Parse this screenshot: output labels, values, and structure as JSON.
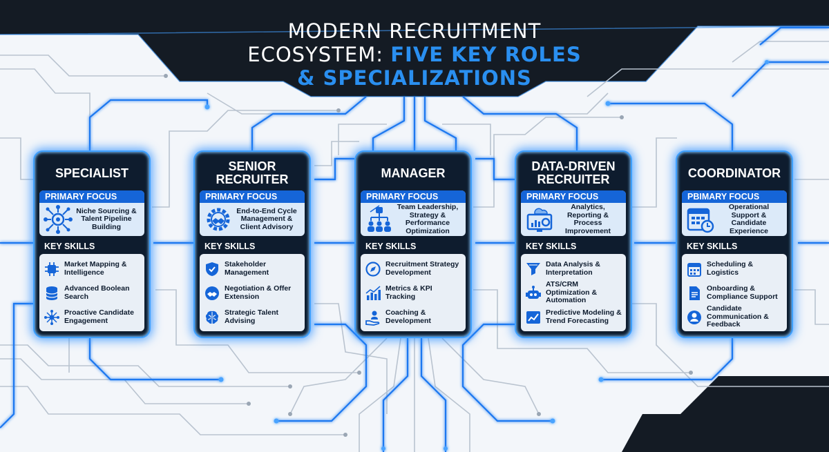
{
  "title": {
    "line1": "MODERN RECRUITMENT",
    "line2a": "ECOSYSTEM:",
    "line2b": "FIVE KEY ROLES",
    "line3": "& SPECIALIZATIONS"
  },
  "colors": {
    "accent": "#2a8ff0",
    "card_bg": "#0e1c2e",
    "focus_header": "#1565d8",
    "dark": "#111821"
  },
  "roles": [
    {
      "name": "SPECIALIST",
      "focus_label": "PRIMARY FOCUS",
      "focus_icon": "network-target-icon",
      "focus_text": "Niche Sourcing & Talent Pipeline Building",
      "skills_label": "KEY SKILLS",
      "skills": [
        {
          "icon": "chip-icon",
          "text": "Market Mapping & Intelligence"
        },
        {
          "icon": "database-icon",
          "text": "Advanced Boolean Search"
        },
        {
          "icon": "network-icon",
          "text": "Proactive Candidate Engagement"
        }
      ]
    },
    {
      "name": "SENIOR RECRUITER",
      "focus_label": "PRIMARY FOCUS",
      "focus_icon": "gear-handshake-icon",
      "focus_text": "End-to-End Cycle Management & Client Advisory",
      "skills_label": "KEY SKILLS",
      "skills": [
        {
          "icon": "shield-check-icon",
          "text": "Stakeholder Management"
        },
        {
          "icon": "handshake-icon",
          "text": "Negotiation & Offer Extension"
        },
        {
          "icon": "brain-icon",
          "text": "Strategic Talent Advising"
        }
      ]
    },
    {
      "name": "MANAGER",
      "focus_label": "PRIMARY FOCUS",
      "focus_icon": "org-chart-icon",
      "focus_text": "Team Leadership, Strategy & Performance Optimization",
      "skills_label": "KEY SKILLS",
      "skills": [
        {
          "icon": "compass-icon",
          "text": "Recruitment Strategy Development"
        },
        {
          "icon": "bar-chart-icon",
          "text": "Metrics & KPI Tracking"
        },
        {
          "icon": "hand-person-icon",
          "text": "Coaching & Development"
        }
      ]
    },
    {
      "name": "DATA-DRIVEN RECRUITER",
      "focus_label": "PRIMARY FOCUS",
      "focus_icon": "cloud-monitor-icon",
      "focus_text": "Analytics, Reporting & Process Improvement",
      "skills_label": "KEY SKILLS",
      "skills": [
        {
          "icon": "funnel-icon",
          "text": "Data Analysis & Interpretation"
        },
        {
          "icon": "robot-icon",
          "text": "ATS/CRM Optimization & Automation"
        },
        {
          "icon": "trend-chart-icon",
          "text": "Predictive Modeling & Trend Forecasting"
        }
      ]
    },
    {
      "name": "COORDINATOR",
      "focus_label": "PBIMARY FOCUS",
      "focus_icon": "calendar-clock-icon",
      "focus_text": "Operational Support & Candidate Experience",
      "skills_label": "KEY SKILLS",
      "skills": [
        {
          "icon": "calendar-icon",
          "text": "Scheduling & Logistics"
        },
        {
          "icon": "document-icon",
          "text": "Onboarding & Compliance Support"
        },
        {
          "icon": "person-circle-icon",
          "text": "Candidate Communication & Feedback"
        }
      ]
    }
  ]
}
